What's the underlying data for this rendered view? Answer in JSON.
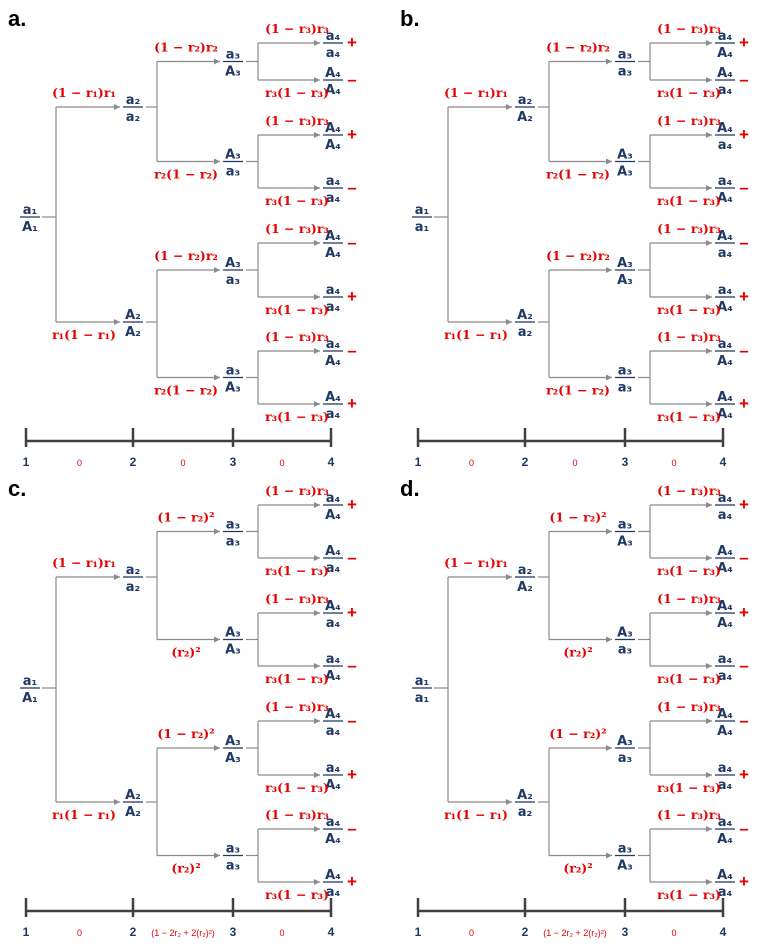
{
  "panels": [
    {
      "label": "a.",
      "root": [
        "a_1",
        "A_1"
      ],
      "gen2": [
        [
          "a_2",
          "a_2"
        ],
        [
          "A_2",
          "A_2"
        ]
      ],
      "gen3": [
        [
          "a_3",
          "A_3"
        ],
        [
          "A_3",
          "a_3"
        ],
        [
          "A_3",
          "a_3"
        ],
        [
          "a_3",
          "A_3"
        ]
      ],
      "gen4": [
        [
          "a_4",
          "a_4"
        ],
        [
          "A_4",
          "A_4"
        ],
        [
          "A_4",
          "A_4"
        ],
        [
          "a_4",
          "a_4"
        ],
        [
          "A_4",
          "A_4"
        ],
        [
          "a_4",
          "a_4"
        ],
        [
          "a_4",
          "A_4"
        ],
        [
          "A_4",
          "a_4"
        ]
      ],
      "signs": [
        "+",
        "–",
        "+",
        "–",
        "–",
        "+",
        "–",
        "+"
      ],
      "gen2_rates": [
        "(1 − r₁)r₁",
        "r₁(1 − r₁)"
      ],
      "gen3_rates": [
        "(1 − r₂)r₂",
        "r₂(1 − r₂)",
        "(1 − r₂)r₂",
        "r₂(1 − r₂)"
      ],
      "gen4_rates": [
        "(1 − r₃)r₃",
        "r₃(1 − r₃)",
        "(1 − r₃)r₃",
        "r₃(1 − r₃)",
        "(1 − r₃)r₃",
        "r₃(1 − r₃)",
        "(1 − r₃)r₃",
        "r₃(1 − r₃)"
      ],
      "axis": {
        "ticks": [
          "1",
          "2",
          "3",
          "4"
        ],
        "gaps": [
          "0",
          "0",
          "0"
        ]
      }
    },
    {
      "label": "b.",
      "root": [
        "a_1",
        "a_1"
      ],
      "gen2": [
        [
          "a_2",
          "A_2"
        ],
        [
          "A_2",
          "a_2"
        ]
      ],
      "gen3": [
        [
          "a_3",
          "a_3"
        ],
        [
          "A_3",
          "A_3"
        ],
        [
          "A_3",
          "A_3"
        ],
        [
          "a_3",
          "a_3"
        ]
      ],
      "gen4": [
        [
          "a_4",
          "A_4"
        ],
        [
          "A_4",
          "a_4"
        ],
        [
          "A_4",
          "a_4"
        ],
        [
          "a_4",
          "A_4"
        ],
        [
          "A_4",
          "a_4"
        ],
        [
          "a_4",
          "A_4"
        ],
        [
          "a_4",
          "A_4"
        ],
        [
          "A_4",
          "A_4"
        ]
      ],
      "signs": [
        "+",
        "–",
        "+",
        "–",
        "–",
        "+",
        "–",
        "+"
      ],
      "gen2_rates": [
        "(1 − r₁)r₁",
        "r₁(1 − r₁)"
      ],
      "gen3_rates": [
        "(1 − r₂)r₂",
        "r₂(1 − r₂)",
        "(1 − r₂)r₂",
        "r₂(1 − r₂)"
      ],
      "gen4_rates": [
        "(1 − r₃)r₃",
        "r₃(1 − r₃)",
        "(1 − r₃)r₃",
        "r₃(1 − r₃)",
        "(1 − r₃)r₃",
        "r₃(1 − r₃)",
        "(1 − r₃)r₃",
        "r₃(1 − r₃)"
      ],
      "axis": {
        "ticks": [
          "1",
          "2",
          "3",
          "4"
        ],
        "gaps": [
          "0",
          "0",
          "0"
        ]
      }
    },
    {
      "label": "c.",
      "root": [
        "a_1",
        "A_1"
      ],
      "gen2": [
        [
          "a_2",
          "a_2"
        ],
        [
          "A_2",
          "A_2"
        ]
      ],
      "gen3": [
        [
          "a_3",
          "a_3"
        ],
        [
          "A_3",
          "A_3"
        ],
        [
          "A_3",
          "A_3"
        ],
        [
          "a_3",
          "a_3"
        ]
      ],
      "gen4": [
        [
          "a_4",
          "A_4"
        ],
        [
          "A_4",
          "a_4"
        ],
        [
          "A_4",
          "a_4"
        ],
        [
          "a_4",
          "A_4"
        ],
        [
          "A_4",
          "a_4"
        ],
        [
          "a_4",
          "A_4"
        ],
        [
          "a_4",
          "A_4"
        ],
        [
          "A_4",
          "a_4"
        ]
      ],
      "signs": [
        "+",
        "–",
        "+",
        "–",
        "–",
        "+",
        "–",
        "+"
      ],
      "gen2_rates": [
        "(1 − r₁)r₁",
        "r₁(1 − r₁)"
      ],
      "gen3_rates": [
        "(1 − r₂)²",
        "(r₂)²",
        "(1 − r₂)²",
        "(r₂)²"
      ],
      "gen4_rates": [
        "(1 − r₃)r₃",
        "r₃(1 − r₃)",
        "(1 − r₃)r₃",
        "r₃(1 − r₃)",
        "(1 − r₃)r₃",
        "r₃(1 − r₃)",
        "(1 − r₃)r₃",
        "r₃(1 − r₃)"
      ],
      "axis": {
        "ticks": [
          "1",
          "2",
          "3",
          "4"
        ],
        "gaps": [
          "0",
          "(1 − 2r₂ + 2(r₂)²)",
          "0"
        ]
      }
    },
    {
      "label": "d.",
      "root": [
        "a_1",
        "a_1"
      ],
      "gen2": [
        [
          "a_2",
          "A_2"
        ],
        [
          "A_2",
          "a_2"
        ]
      ],
      "gen3": [
        [
          "a_3",
          "A_3"
        ],
        [
          "A_3",
          "a_3"
        ],
        [
          "A_3",
          "a_3"
        ],
        [
          "a_3",
          "A_3"
        ]
      ],
      "gen4": [
        [
          "a_4",
          "a_4"
        ],
        [
          "A_4",
          "A_4"
        ],
        [
          "A_4",
          "A_4"
        ],
        [
          "a_4",
          "a_4"
        ],
        [
          "A_4",
          "A_4"
        ],
        [
          "a_4",
          "a_4"
        ],
        [
          "a_4",
          "A_4"
        ],
        [
          "A_4",
          "a_4"
        ]
      ],
      "signs": [
        "+",
        "–",
        "+",
        "–",
        "–",
        "+",
        "–",
        "+"
      ],
      "gen2_rates": [
        "(1 − r₁)r₁",
        "r₁(1 − r₁)"
      ],
      "gen3_rates": [
        "(1 − r₂)²",
        "(r₂)²",
        "(1 − r₂)²",
        "(r₂)²"
      ],
      "gen4_rates": [
        "(1 − r₃)r₃",
        "r₃(1 − r₃)",
        "(1 − r₃)r₃",
        "r₃(1 − r₃)",
        "(1 − r₃)r₃",
        "r₃(1 − r₃)",
        "(1 − r₃)r₃",
        "r₃(1 − r₃)"
      ],
      "axis": {
        "ticks": [
          "1",
          "2",
          "3",
          "4"
        ],
        "gaps": [
          "0",
          "(1 − 2r₂ + 2(r₂)²)",
          "0"
        ]
      }
    }
  ]
}
